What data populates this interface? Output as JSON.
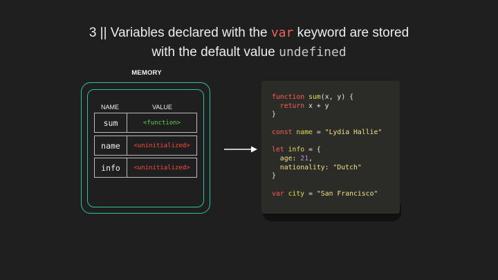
{
  "title": {
    "line1_prefix": "3 || Variables declared with the ",
    "line1_keyword": "var",
    "line1_suffix": " keyword are stored",
    "line2_prefix": "with the default value ",
    "line2_code": "undefined"
  },
  "memory": {
    "label": "MEMORY",
    "col_name": "NAME",
    "col_value": "VALUE",
    "rows": [
      {
        "name": "sum",
        "value": "<function>",
        "color": "#5fd35a"
      },
      {
        "name": "name",
        "value": "<uninitialized>",
        "color": "#ff4a3d"
      },
      {
        "name": "info",
        "value": "<uninitialized>",
        "color": "#ff4a3d"
      }
    ]
  },
  "colors": {
    "background": "#1f1f1f",
    "memory_border": "#2fc2a6",
    "keyword": "#ff5c55",
    "function_name": "#e2dd54",
    "string": "#f3e08a",
    "number": "#c18be6",
    "code_bg": "#2b2b28"
  },
  "code": {
    "l1_kw": "function",
    "l1_fn": "sum",
    "l1_rest_a": "(",
    "l1_x": "x",
    "l1_comma": ", ",
    "l1_y": "y",
    "l1_close": ") {",
    "l2_indent": "  ",
    "l2_kw": "return",
    "l2_rest": " x + y",
    "l3": "}",
    "l5_kw": "const",
    "l5_var": " name",
    "l5_eq": " = ",
    "l5_str": "\"Lydia Hallie\"",
    "l7_kw": "let",
    "l7_var": " info",
    "l7_rest": " = {",
    "l8_key": "  age: ",
    "l8_num": "21",
    "l8_comma": ",",
    "l9_key": "  nationality: ",
    "l9_str": "\"Dutch\"",
    "l10": "}",
    "l12_kw": "var",
    "l12_var": " city",
    "l12_eq": " = ",
    "l12_str": "\"San Francisco\""
  }
}
